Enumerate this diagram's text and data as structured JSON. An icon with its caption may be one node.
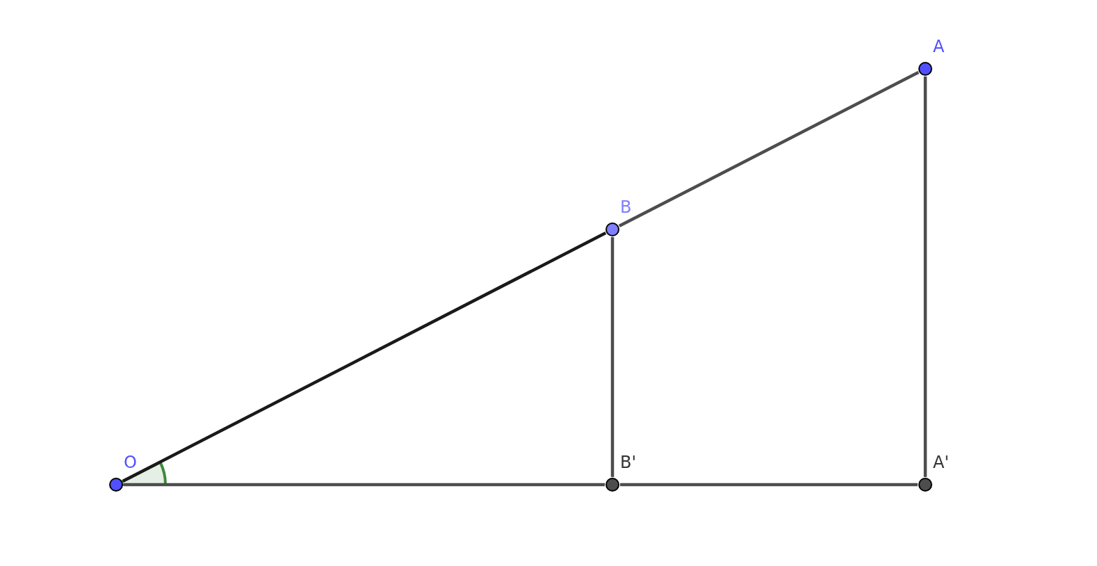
{
  "diagram": {
    "nodes": [
      {
        "text": [
          "O"
        ]
      },
      {
        "text": [
          "B"
        ]
      },
      {
        "text": [
          "A"
        ]
      },
      {
        "text": [
          "B'"
        ]
      },
      {
        "text": [
          "A'"
        ]
      }
    ],
    "edges": [
      {
        "from": 0,
        "to": 1,
        "arrow": "none",
        "color": "#1a1a1a"
      },
      {
        "from": 1,
        "to": 2,
        "arrow": "none"
      },
      {
        "from": 1,
        "to": 3,
        "arrow": "none"
      },
      {
        "from": 2,
        "to": 4,
        "arrow": "none"
      },
      {
        "from": 0,
        "to": 3,
        "arrow": "none"
      },
      {
        "from": 3,
        "to": 4,
        "arrow": "none"
      }
    ]
  }
}
